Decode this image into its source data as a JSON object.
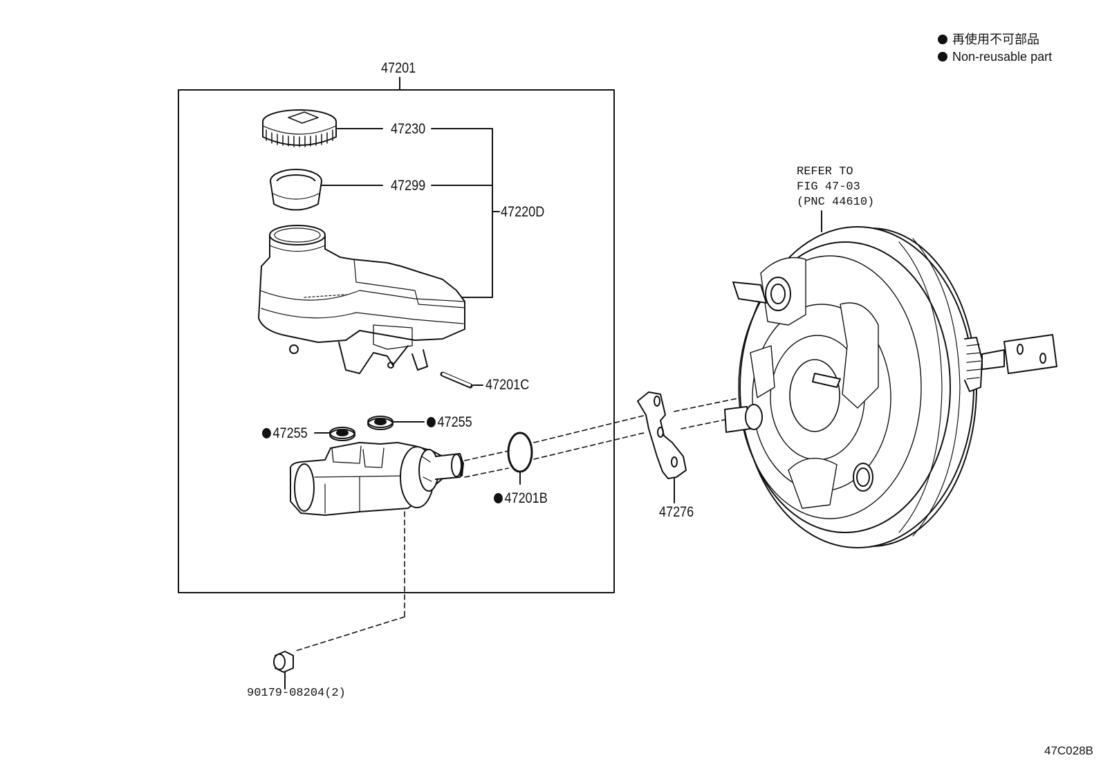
{
  "legend": {
    "line1": "再使用不可部品",
    "line2": "Non-reusable part"
  },
  "labels": {
    "assembly": "47201",
    "cap": "47230",
    "strainer": "47299",
    "reservoir_set": "47220D",
    "pin": "47201C",
    "grommet_left": "47255",
    "grommet_right": "47255",
    "o_ring": "47201B",
    "gasket": "47276",
    "cap_plug": "90179-08204(2)"
  },
  "reference": {
    "line1": "REFER TO",
    "line2": "FIG 47-03",
    "line3": "(PNC 44610)"
  },
  "figure_code": "47C028B",
  "colors": {
    "ink": "#111111",
    "paper": "#ffffff",
    "shade": "#bdbdbd"
  }
}
